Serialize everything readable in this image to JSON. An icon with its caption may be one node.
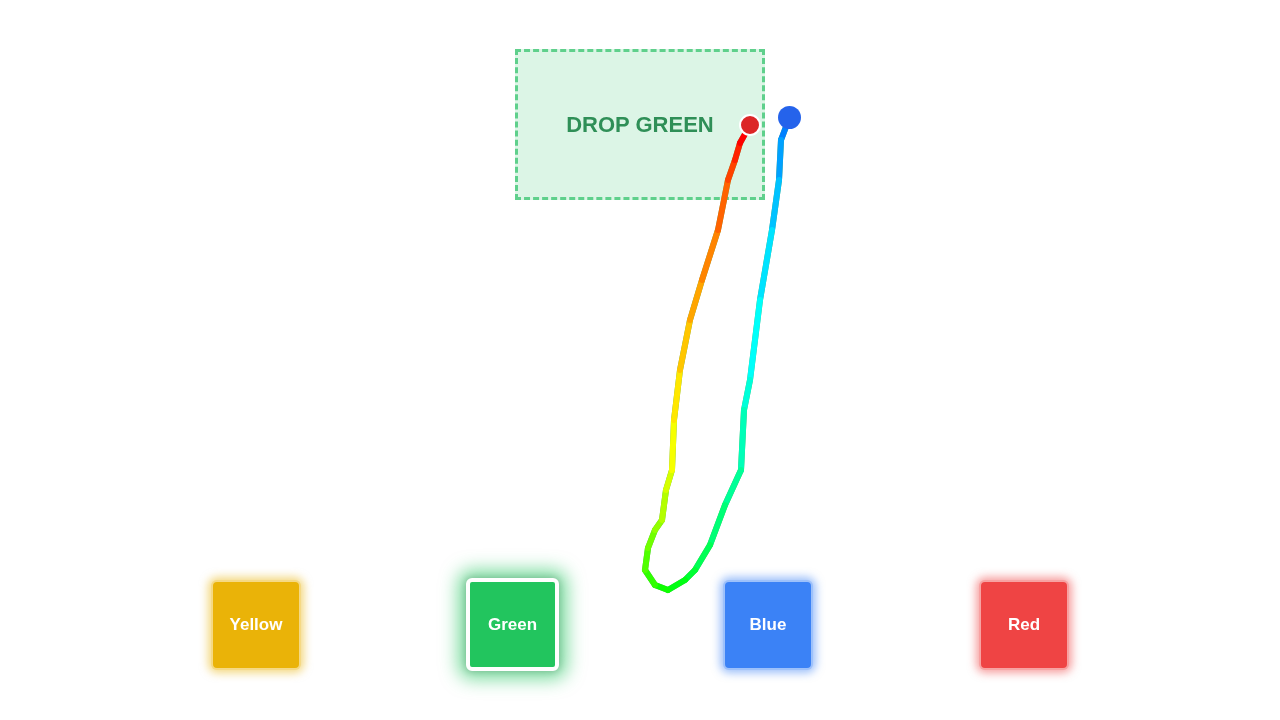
{
  "diagram": {
    "nodes": [
      {
        "text": [
          "DROP GREEN"
        ]
      },
      {
        "text": [],
        "shape": "circle",
        "in": 0
      },
      {
        "text": [],
        "shape": "circle"
      },
      {
        "text": [
          "Yellow"
        ]
      },
      {
        "text": [
          "Green"
        ]
      },
      {
        "text": [
          "Blue"
        ]
      },
      {
        "text": [
          "Red"
        ]
      }
    ],
    "edges": [
      {
        "from": 2,
        "to": 1,
        "arrow": "none"
      }
    ]
  }
}
